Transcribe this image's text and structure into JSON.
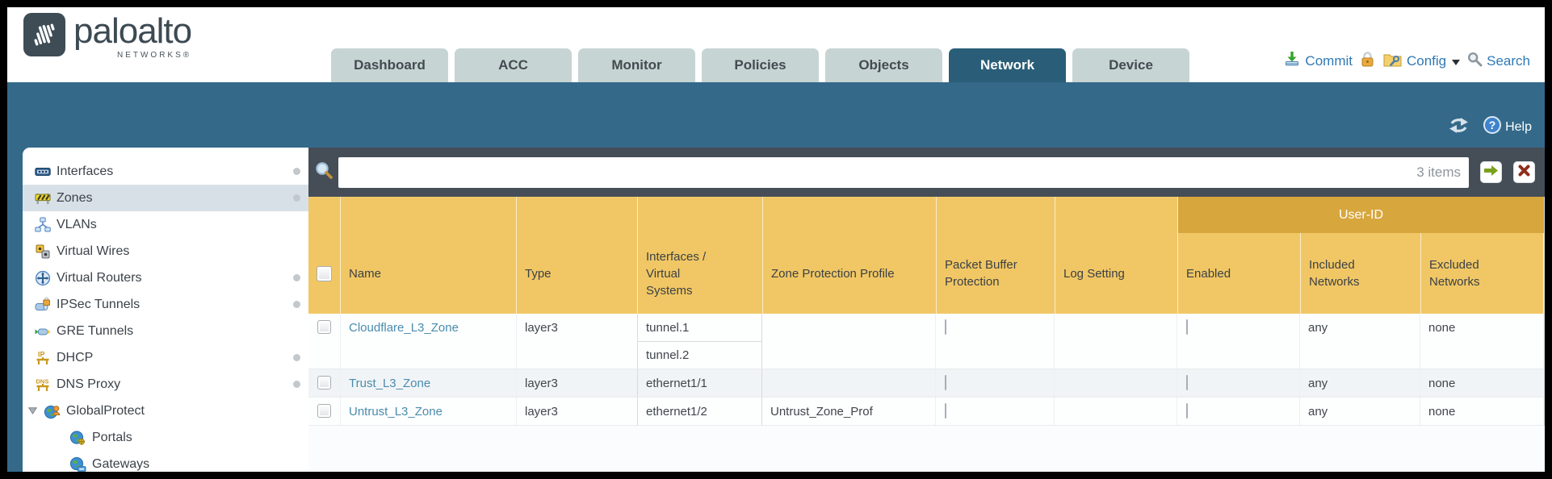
{
  "header": {
    "logo": {
      "brand": "paloalto",
      "sub": "NETWORKS®"
    },
    "tabs": [
      {
        "label": "Dashboard",
        "active": false
      },
      {
        "label": "ACC",
        "active": false
      },
      {
        "label": "Monitor",
        "active": false
      },
      {
        "label": "Policies",
        "active": false
      },
      {
        "label": "Objects",
        "active": false
      },
      {
        "label": "Network",
        "active": true
      },
      {
        "label": "Device",
        "active": false
      }
    ],
    "utils": {
      "commit": "Commit",
      "config": "Config",
      "search": "Search"
    }
  },
  "toolbar": {
    "help": "Help"
  },
  "sidebar": {
    "items": [
      {
        "label": "Interfaces",
        "icon": "interfaces-icon",
        "dot": true
      },
      {
        "label": "Zones",
        "icon": "zones-icon",
        "dot": true,
        "selected": true
      },
      {
        "label": "VLANs",
        "icon": "vlans-icon"
      },
      {
        "label": "Virtual Wires",
        "icon": "virtual-wires-icon"
      },
      {
        "label": "Virtual Routers",
        "icon": "virtual-routers-icon",
        "dot": true
      },
      {
        "label": "IPSec Tunnels",
        "icon": "ipsec-tunnels-icon",
        "dot": true
      },
      {
        "label": "GRE Tunnels",
        "icon": "gre-tunnels-icon"
      },
      {
        "label": "DHCP",
        "icon": "dhcp-icon",
        "dot": true
      },
      {
        "label": "DNS Proxy",
        "icon": "dns-proxy-icon",
        "dot": true
      },
      {
        "label": "GlobalProtect",
        "icon": "globalprotect-icon",
        "expanded": true
      },
      {
        "label": "Portals",
        "icon": "portals-icon",
        "child": true
      },
      {
        "label": "Gateways",
        "icon": "gateways-icon",
        "child": true
      }
    ]
  },
  "filter": {
    "count": "3 items",
    "value": ""
  },
  "table": {
    "user_id_group": "User-ID",
    "columns": [
      "Name",
      "Type",
      "Interfaces / Virtual Systems",
      "Zone Protection Profile",
      "Packet Buffer Protection",
      "Log Setting",
      "Enabled",
      "Included Networks",
      "Excluded Networks"
    ],
    "rows": [
      {
        "name": "Cloudflare_L3_Zone",
        "type": "layer3",
        "interfaces": [
          "tunnel.1",
          "tunnel.2"
        ],
        "zone_protection_profile": "",
        "packet_buffer_protection": false,
        "log_setting": "",
        "user_id_enabled": false,
        "included_networks": "any",
        "excluded_networks": "none"
      },
      {
        "name": "Trust_L3_Zone",
        "type": "layer3",
        "interfaces": [
          "ethernet1/1"
        ],
        "zone_protection_profile": "",
        "packet_buffer_protection": false,
        "log_setting": "",
        "user_id_enabled": false,
        "included_networks": "any",
        "excluded_networks": "none"
      },
      {
        "name": "Untrust_L3_Zone",
        "type": "layer3",
        "interfaces": [
          "ethernet1/2"
        ],
        "zone_protection_profile": "Untrust_Zone_Prof",
        "packet_buffer_protection": false,
        "log_setting": "",
        "user_id_enabled": false,
        "included_networks": "any",
        "excluded_networks": "none"
      }
    ]
  },
  "colors": {
    "band_teal": "#34698a",
    "tab_active": "#2a5e78",
    "header_orange": "#f1c765",
    "user_id_band": "#d7a63c",
    "link_blue": "#4a8cad",
    "filter_bar": "#454e57"
  }
}
